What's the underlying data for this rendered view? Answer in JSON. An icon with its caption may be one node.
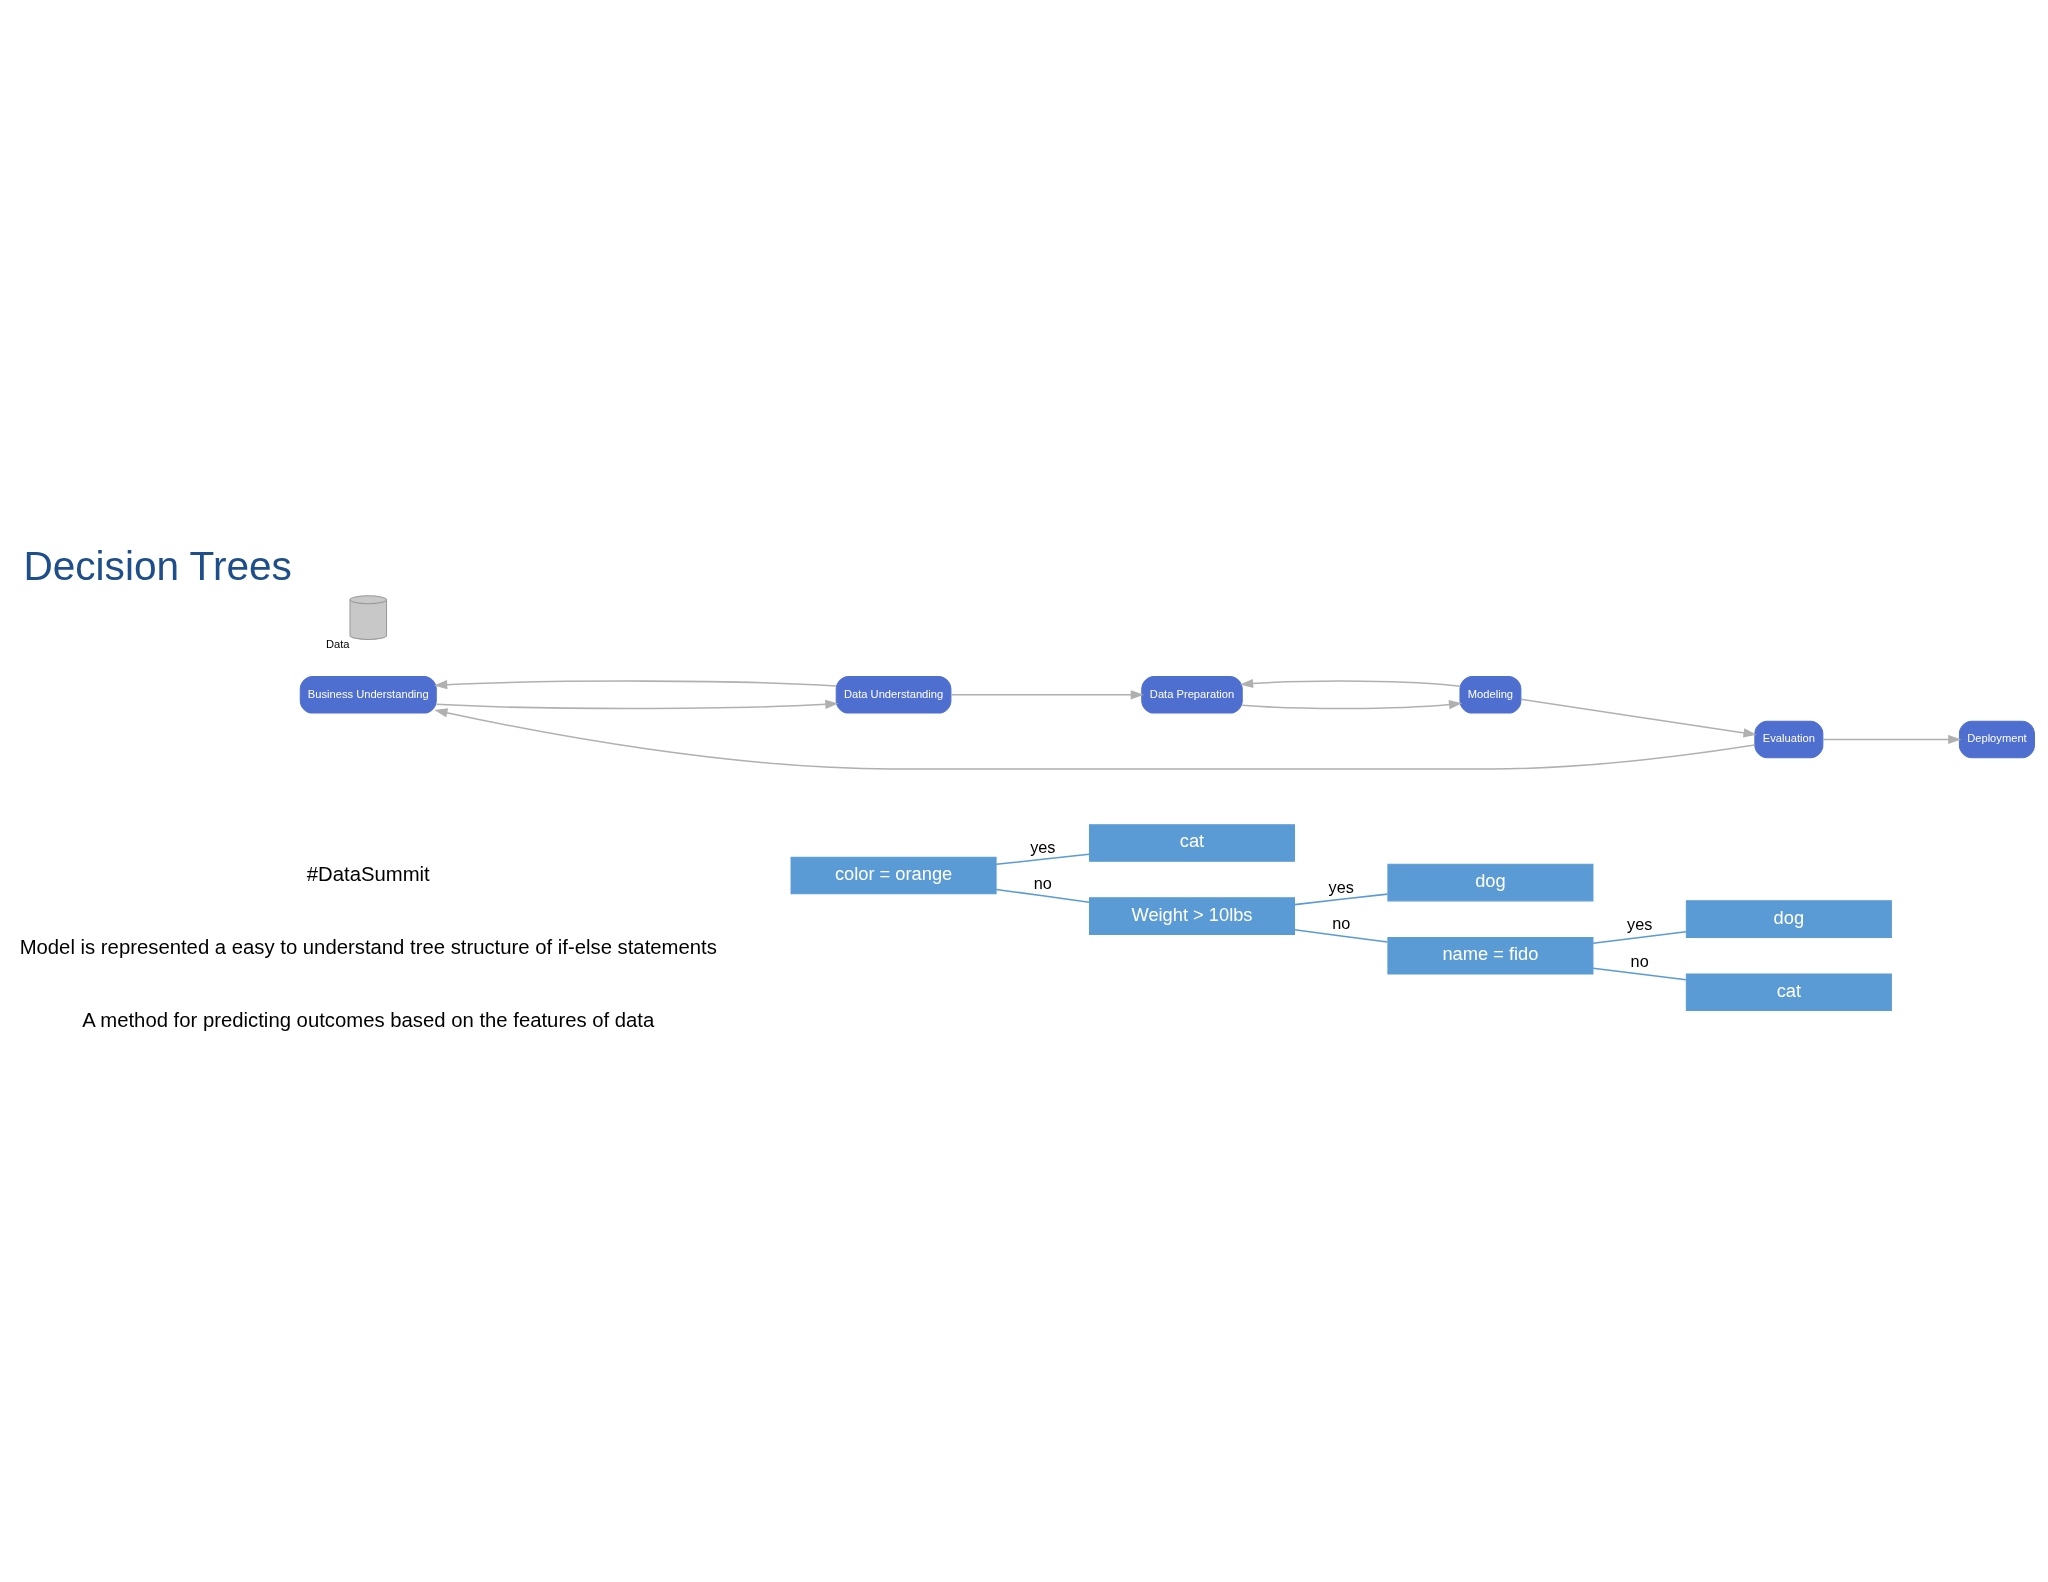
{
  "diagram": {
    "title": "Decision Trees",
    "nodes": [
      {
        "text": [
          "color = orange"
        ]
      },
      {
        "text": [
          "cat"
        ]
      },
      {
        "text": [
          "Weight > 10lbs"
        ]
      },
      {
        "text": [
          "dog"
        ]
      },
      {
        "text": [
          "name = fido"
        ]
      },
      {
        "text": [
          "dog"
        ]
      },
      {
        "text": [
          "cat"
        ]
      },
      {
        "text": [
          "Business Understanding"
        ]
      },
      {
        "text": [
          "Data Understanding"
        ]
      },
      {
        "text": [
          "Data Preparation"
        ]
      },
      {
        "text": [
          "Deployment"
        ]
      },
      {
        "text": [],
        "shape": "cylinder",
        "beside": [
          "Data"
        ]
      },
      {
        "text": [
          "Modeling"
        ]
      },
      {
        "text": [
          "Evaluation"
        ]
      }
    ],
    "edges": [
      {
        "from": 0,
        "to": 1,
        "arrow": "none",
        "label": "yes",
        "color": "#5b9bd5"
      },
      {
        "from": 0,
        "to": 2,
        "arrow": "none",
        "label": "no",
        "color": "#5b9bd5"
      },
      {
        "from": 2,
        "to": 3,
        "arrow": "none",
        "label": "yes",
        "color": "#5b9bd5"
      },
      {
        "from": 2,
        "to": 4,
        "arrow": "none",
        "label": "no",
        "color": "#5b9bd5"
      },
      {
        "from": 4,
        "to": 5,
        "arrow": "none",
        "label": "yes",
        "color": "#5b9bd5"
      },
      {
        "from": 4,
        "to": 6,
        "arrow": "none",
        "label": "no",
        "color": "#5b9bd5"
      },
      {
        "from": 7,
        "to": 8,
        "arrow": "to"
      },
      {
        "from": 8,
        "to": 7,
        "arrow": "to"
      },
      {
        "from": 8,
        "to": 9,
        "arrow": "to"
      },
      {
        "from": 9,
        "to": 12,
        "arrow": "to"
      },
      {
        "from": 12,
        "to": 9,
        "arrow": "to"
      },
      {
        "from": 12,
        "to": 13,
        "arrow": "to"
      },
      {
        "from": 13,
        "to": 10,
        "arrow": "to"
      },
      {
        "from": 13,
        "to": 7,
        "arrow": "to"
      }
    ],
    "labels": [
      "A method for predicting outcomes based on the features of data",
      "Model is represented a easy to understand tree structure of if-else statements",
      "#DataSummit"
    ]
  }
}
